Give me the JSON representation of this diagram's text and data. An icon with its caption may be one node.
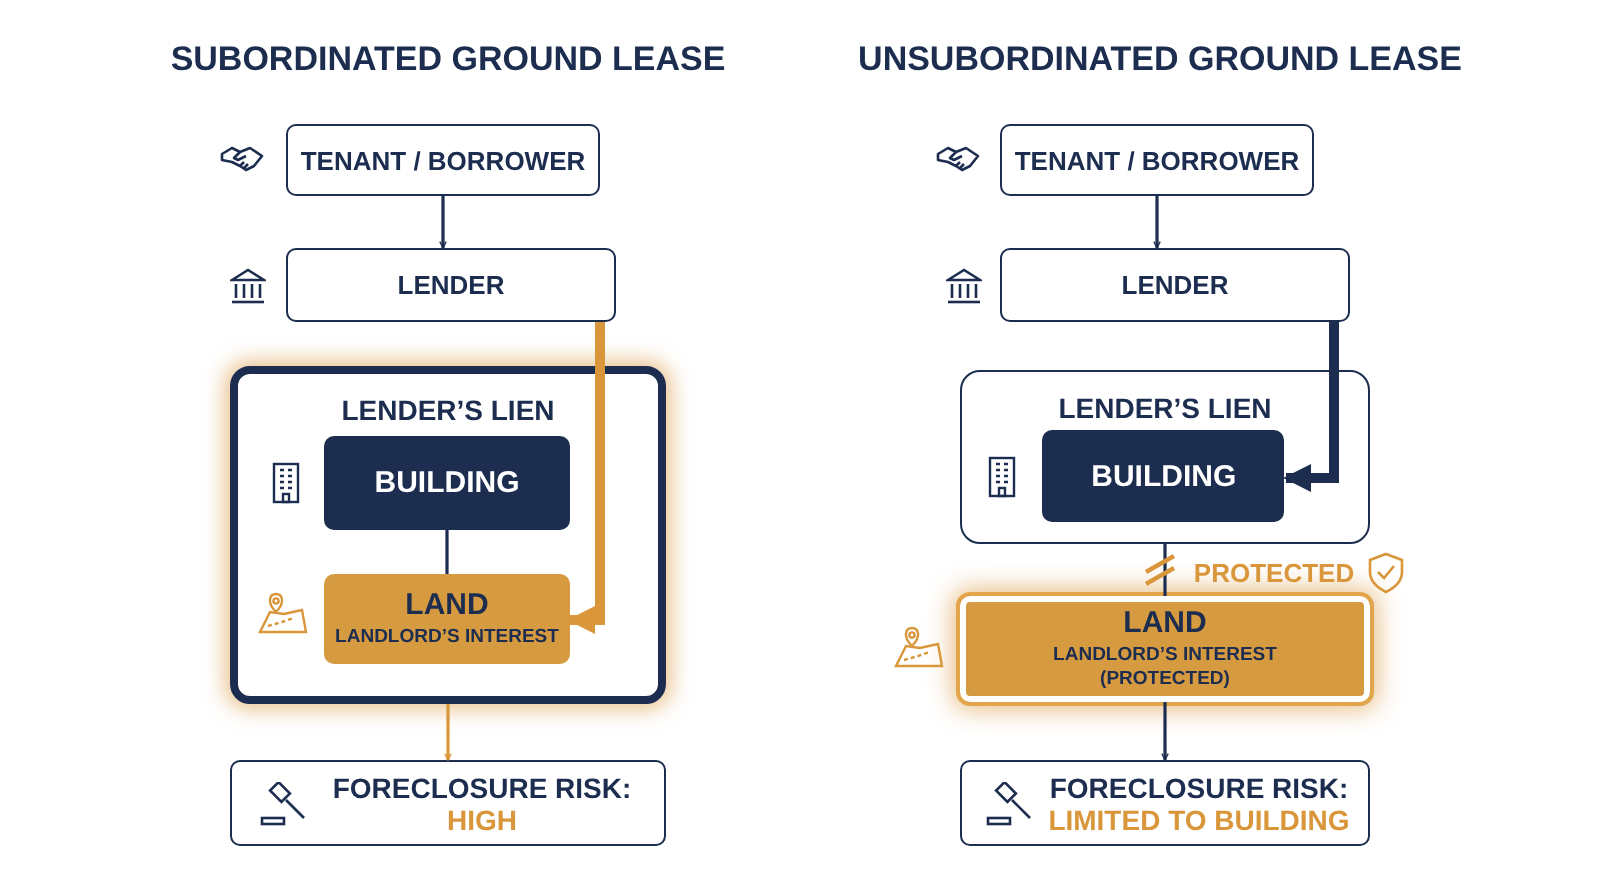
{
  "diagram": {
    "nodes": [
      {
        "text": [
          "TENANT / BORROWER"
        ]
      },
      {
        "text": [
          "LENDER"
        ]
      },
      {
        "text": [
          "LENDER’S LIEN"
        ]
      },
      {
        "text": [
          "BUILDING"
        ],
        "in": 2
      },
      {
        "text": [
          "LAND",
          "LANDLORD’S INTEREST"
        ],
        "in": 2
      },
      {
        "text": [
          "FORECLOSURE RISK:",
          "HIGH"
        ]
      },
      {
        "text": [
          "TENANT / BORROWER"
        ]
      },
      {
        "text": [
          "LENDER"
        ]
      },
      {
        "text": [
          "LENDER’S LIEN"
        ]
      },
      {
        "text": [
          "BUILDING"
        ],
        "in": 8
      },
      {
        "text": [
          "LAND",
          "LANDLORD’S INTEREST (PROTECTED)"
        ]
      },
      {
        "text": [
          "FORECLOSURE RISK:",
          "LIMITED TO BUILDING"
        ]
      }
    ],
    "edges": [
      {
        "from": 0,
        "to": 1,
        "arrow": "to"
      },
      {
        "from": 1,
        "to": 4,
        "arrow": "to",
        "style": "thick",
        "color": "#d9963a"
      },
      {
        "from": 3,
        "to": 4,
        "arrow": "none"
      },
      {
        "from": 2,
        "to": 5,
        "arrow": "to",
        "color": "#d9963a"
      },
      {
        "from": 6,
        "to": 7,
        "arrow": "to"
      },
      {
        "from": 7,
        "to": 9,
        "arrow": "to",
        "style": "thick"
      },
      {
        "from": 8,
        "to": 10,
        "arrow": "none"
      },
      {
        "from": 10,
        "to": 11,
        "arrow": "to"
      }
    ],
    "labels": [
      "SUBORDINATED GROUND LEASE",
      "UNSUBORDINATED GROUND LEASE",
      "PROTECTED"
    ]
  }
}
